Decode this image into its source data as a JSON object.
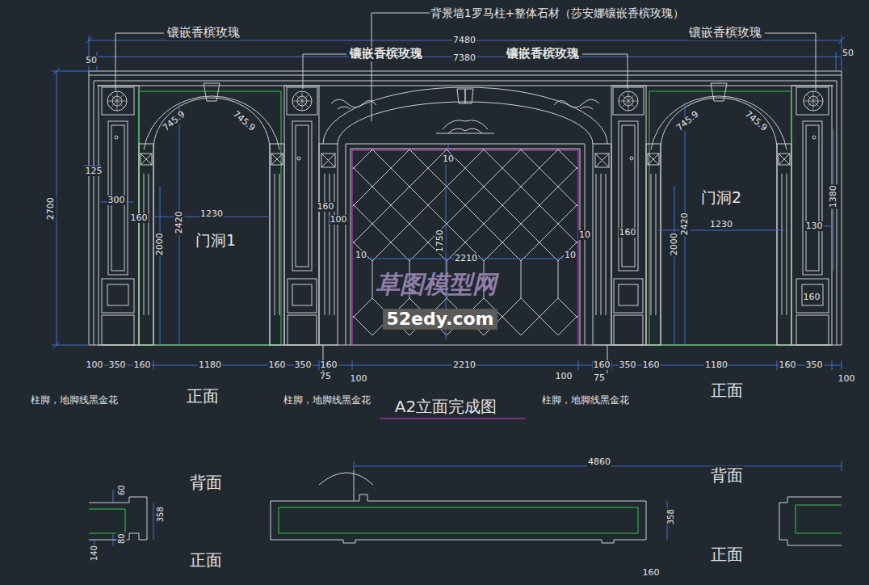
{
  "diagram": {
    "title": "A2立面完成图",
    "labels": [
      "背景墙1罗马柱+整体石材（莎安娜镶嵌香槟玫瑰）",
      "镶嵌香槟玫瑰",
      "镶嵌香槟玫瑰",
      "镶嵌香槟玫瑰",
      "镶嵌香槟玫瑰",
      "7480",
      "7380",
      "50",
      "50",
      "2700",
      "125",
      "300",
      "160",
      "1230",
      "2420",
      "2000",
      "745.9",
      "745.9",
      "门洞1",
      "160",
      "100",
      "10",
      "1750",
      "2210",
      "10",
      "10",
      "10",
      "745.9",
      "745.9",
      "门洞2",
      "1380",
      "160",
      "1230",
      "2420",
      "2000",
      "130",
      "160",
      "100",
      "350",
      "160",
      "1180",
      "160",
      "350",
      "160",
      "75",
      "100",
      "2210",
      "100",
      "160",
      "75",
      "350",
      "160",
      "1180",
      "160",
      "350",
      "100",
      "柱脚，地脚线黑金花",
      "柱脚，地脚线黑金花",
      "柱脚，地脚线黑金花",
      "正面",
      "正面",
      "背面",
      "正面",
      "60",
      "358",
      "80",
      "140",
      "4860",
      "358",
      "160",
      "背面",
      "正面",
      "草图模型网",
      "52edy.com"
    ]
  }
}
